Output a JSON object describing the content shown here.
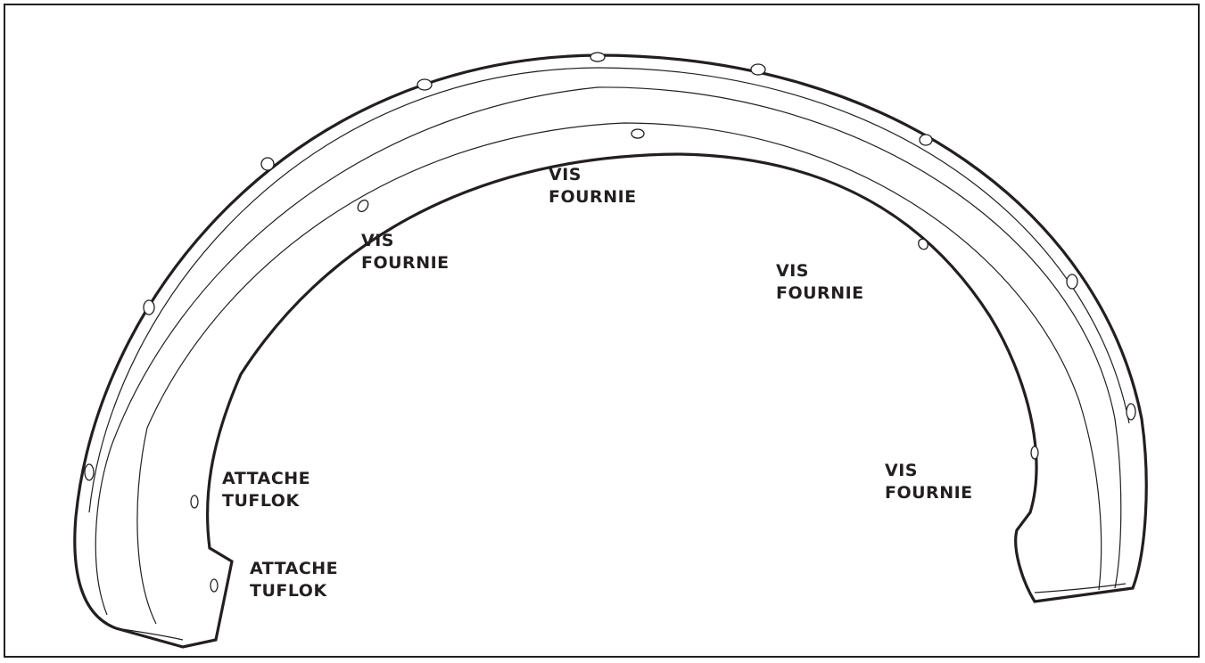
{
  "callouts": [
    {
      "id": "screw-top",
      "lines": [
        "VIS",
        "FOURNIE"
      ]
    },
    {
      "id": "screw-left",
      "lines": [
        "VIS",
        "FOURNIE"
      ]
    },
    {
      "id": "screw-right",
      "lines": [
        "VIS",
        "FOURNIE"
      ]
    },
    {
      "id": "screw-bottom-right",
      "lines": [
        "VIS",
        "FOURNIE"
      ]
    },
    {
      "id": "clip-upper",
      "lines": [
        "ATTACHE",
        "TUFLOK"
      ]
    },
    {
      "id": "clip-lower",
      "lines": [
        "ATTACHE",
        "TUFLOK"
      ]
    }
  ],
  "colors": {
    "line": "#231f20",
    "background": "#ffffff"
  }
}
